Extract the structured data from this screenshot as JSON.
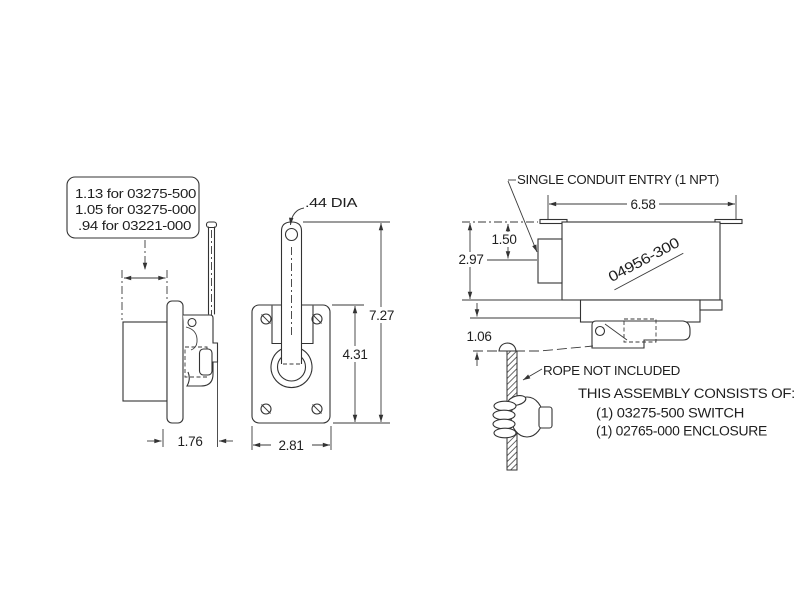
{
  "page": {
    "background_color": "#ffffff",
    "line_color": "#333333",
    "text_color": "#1f1f1f"
  },
  "note_box": {
    "lines": [
      "1.13 for 03275-500",
      "1.05 for 03275-000",
      ".94 for 03221-000"
    ]
  },
  "side_view": {
    "width_dim": "1.76"
  },
  "front_view": {
    "hole_label": ".44 DIA",
    "overall_height_dim": "7.27",
    "plate_height_dim": "4.31",
    "plate_width_dim": "2.81"
  },
  "enclosure_view": {
    "conduit_label": "SINGLE CONDUIT ENTRY (1 NPT)",
    "width_dim": "6.58",
    "conduit_center_dim": "1.50",
    "height_dim": "2.97",
    "lever_drop_dim": "1.06",
    "part_number": "04956-300",
    "rope_note": "ROPE NOT INCLUDED"
  },
  "assembly_note": {
    "title": "THIS ASSEMBLY CONSISTS OF:",
    "items": [
      "(1) 03275-500 SWITCH",
      "(1) 02765-000 ENCLOSURE"
    ]
  }
}
